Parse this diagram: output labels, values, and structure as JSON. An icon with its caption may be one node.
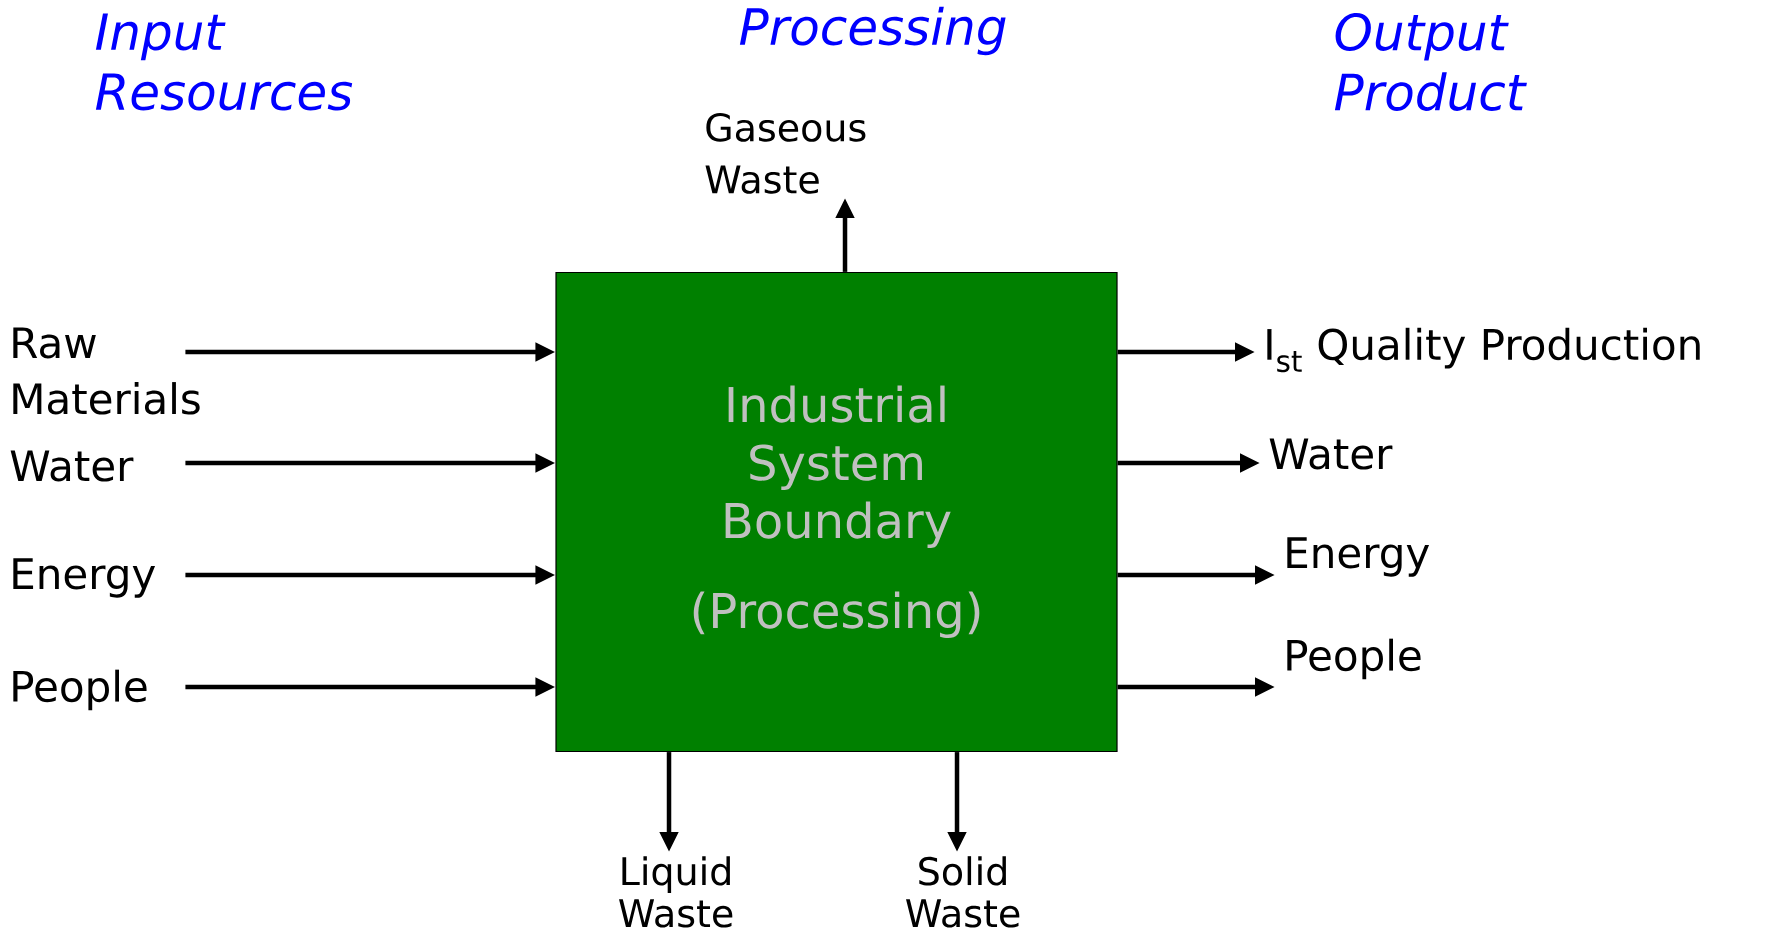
{
  "diagram": {
    "nodes": [
      {
        "text": [
          "Industrial System Boundary",
          "(Processing)"
        ]
      },
      {
        "text": [
          "Raw Materials"
        ]
      },
      {
        "text": [
          "Water"
        ]
      },
      {
        "text": [
          "Energy"
        ]
      },
      {
        "text": [
          "People"
        ]
      },
      {
        "text": [
          "Gaseous Waste"
        ]
      },
      {
        "text": [
          "I$_{st}$ Quality Production"
        ]
      },
      {
        "text": [
          "Water"
        ]
      },
      {
        "text": [
          "Energy"
        ]
      },
      {
        "text": [
          "People"
        ]
      },
      {
        "text": [
          "Liquid Waste"
        ]
      },
      {
        "text": [
          "Solid Waste"
        ]
      }
    ],
    "edges": [
      {
        "from": 1,
        "to": 0,
        "arrow": "to"
      },
      {
        "from": 2,
        "to": 0,
        "arrow": "to"
      },
      {
        "from": 3,
        "to": 0,
        "arrow": "to"
      },
      {
        "from": 4,
        "to": 0,
        "arrow": "to"
      },
      {
        "from": 0,
        "to": 5,
        "arrow": "to"
      },
      {
        "from": 0,
        "to": 6,
        "arrow": "to"
      },
      {
        "from": 0,
        "to": 7,
        "arrow": "to"
      },
      {
        "from": 0,
        "to": 8,
        "arrow": "to"
      },
      {
        "from": 0,
        "to": 9,
        "arrow": "to"
      },
      {
        "from": 0,
        "to": 10,
        "arrow": "to"
      },
      {
        "from": 0,
        "to": 11,
        "arrow": "to"
      }
    ],
    "labels": [
      "Input Resources",
      "Processing",
      "Output Product"
    ]
  }
}
